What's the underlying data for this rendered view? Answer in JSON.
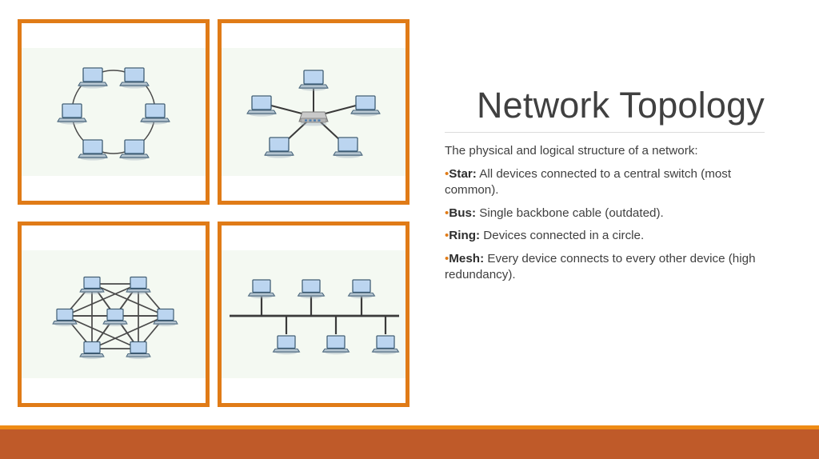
{
  "slide": {
    "title": "Network Topology",
    "intro": "The physical and logical structure of a network:",
    "bullets": [
      {
        "dot": "•",
        "term": "Star:",
        "text": " All devices connected to a central switch (most common)."
      },
      {
        "dot": "•",
        "term": "Bus:",
        "text": " Single backbone cable (outdated)."
      },
      {
        "dot": "•",
        "term": "Ring:",
        "text": " Devices connected in a circle."
      },
      {
        "dot": "•",
        "term": "Mesh:",
        "text": " Every device connects to every other device (high redundancy)."
      }
    ]
  },
  "images": [
    {
      "id": "ring",
      "topology": "ring",
      "node_count": 6,
      "node_type": "laptop",
      "caption": "Ring topology diagram: six laptops arranged on a circle"
    },
    {
      "id": "star",
      "topology": "star",
      "node_count": 5,
      "node_type": "laptop",
      "hub": "switch",
      "caption": "Star topology diagram: five laptops connected to a central switch"
    },
    {
      "id": "mesh",
      "topology": "mesh",
      "node_count": 7,
      "node_type": "laptop",
      "caption": "Mesh topology diagram: seven laptops fully interconnected"
    },
    {
      "id": "bus",
      "topology": "bus",
      "node_count": 6,
      "node_type": "laptop",
      "caption": "Bus topology diagram: six laptops attached to one backbone cable"
    }
  ],
  "colors": {
    "frame_border": "#E07B17",
    "accent_stripe": "#EE8B15",
    "footer_band": "#BF5A29",
    "title_text": "#404040",
    "body_text": "#3f3f3f",
    "bullet_dot": "#E07B17",
    "laptop_screen": "#BBD5F0",
    "laptop_outline": "#3E5C73",
    "link_line": "#4A4A4A",
    "switch_body": "#BFBFBF",
    "diagram_background": "#F4F9F2"
  }
}
